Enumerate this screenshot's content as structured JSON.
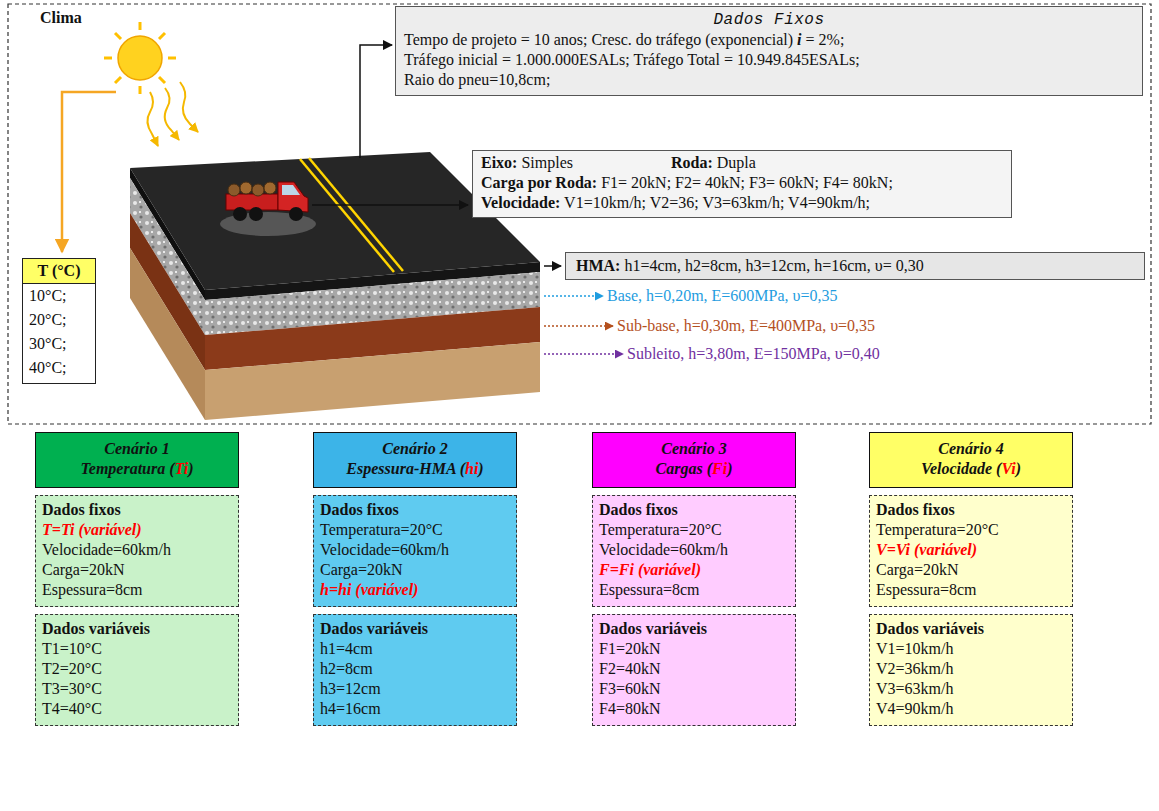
{
  "diagram": {
    "nodes": [
      {
        "text": [
          "Dados Fixos",
          "Tempo de projeto = 10 anos; Cresc. do tráfego (exponencial) i = 2%;",
          "Tráfego inicial = 1.000.000ESALs; Tráfego Total = 10.949.845ESALs;",
          "Raio do pneu=10,8cm;"
        ]
      },
      {
        "text": [
          "Eixo: Simples",
          "Roda: Dupla",
          "Carga por Roda: F1= 20kN; F2= 40kN; F3= 60kN; F4= 80kN;",
          "Velocidade: V1=10km/h; V2=36; V3=63km/h; V4=90km/h;"
        ]
      },
      {
        "text": [
          "HMA: h1=4cm, h2=8cm, h3=12cm, h=16cm, υ= 0,30"
        ]
      },
      {
        "text": [
          "T (°C)",
          "10°C;",
          "20°C;",
          "30°C;",
          "40°C;"
        ]
      },
      {
        "text": [
          "Cenário 1",
          "Temperatura (Ti)"
        ]
      },
      {
        "text": [
          "Dados fixos",
          "T=Ti (variável)",
          "Velocidade=60km/h",
          "Carga=20kN",
          "Espessura=8cm"
        ]
      },
      {
        "text": [
          "Dados variáveis",
          "T1=10°C",
          "T2=20°C",
          "T3=30°C",
          "T4=40°C"
        ]
      },
      {
        "text": [
          "Cenário 2",
          "Espessura-HMA (hi)"
        ]
      },
      {
        "text": [
          "Dados fixos",
          "Temperatura=20°C",
          "Velocidade=60km/h",
          "Carga=20kN",
          "h=hi (variável)"
        ]
      },
      {
        "text": [
          "Dados variáveis",
          "h1=4cm",
          "h2=8cm",
          "h3=12cm",
          "h4=16cm"
        ]
      },
      {
        "text": [
          "Cenário 3",
          "Cargas (Fi)"
        ]
      },
      {
        "text": [
          "Dados fixos",
          "Temperatura=20°C",
          "Velocidade=60km/h",
          "F=Fi (variável)",
          "Espessura=8cm"
        ]
      },
      {
        "text": [
          "Dados variáveis",
          "F1=20kN",
          "F2=40kN",
          "F3=60kN",
          "F4=80kN"
        ]
      },
      {
        "text": [
          "Cenário 4",
          "Velocidade (Vi)"
        ]
      },
      {
        "text": [
          "Dados fixos",
          "Temperatura=20°C",
          "V=Vi (variável)",
          "Carga=20kN",
          "Espessura=8cm"
        ]
      },
      {
        "text": [
          "Dados variáveis",
          "V1=10km/h",
          "V2=36km/h",
          "V3=63km/h",
          "V4=90km/h"
        ]
      }
    ],
    "labels": [
      "Clima",
      "Base, h=0,20m, E=600MPa, υ=0,35",
      "Sub-base, h=0,30m, E=400MPa, υ=0,35",
      "Subleito, h=3,80m, E=150MPa, υ=0,40"
    ]
  }
}
